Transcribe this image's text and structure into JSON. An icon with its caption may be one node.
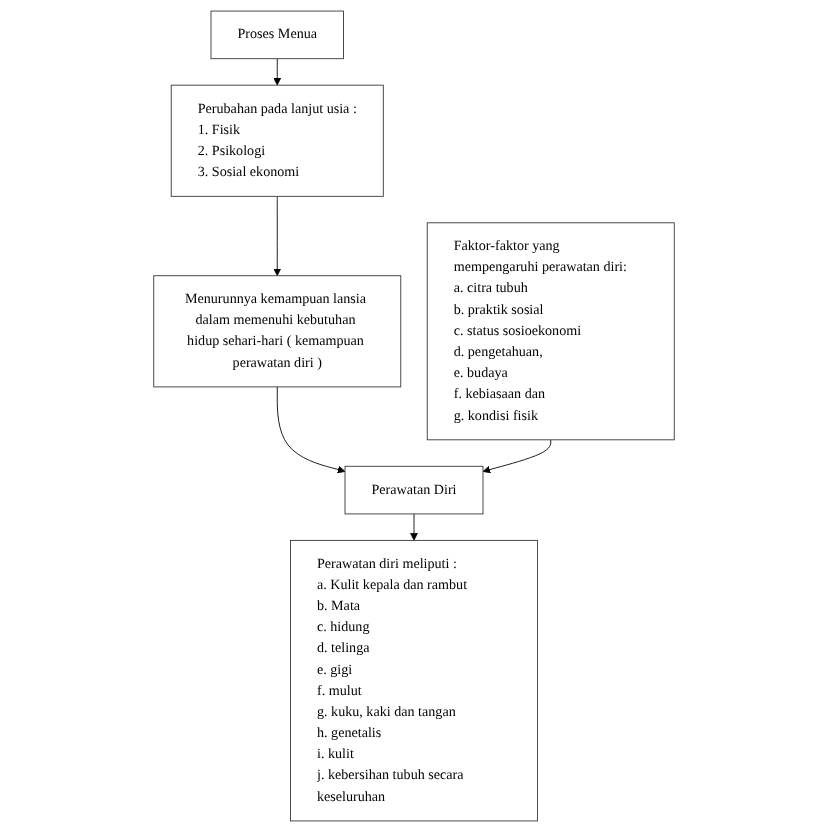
{
  "diagram": {
    "nodes": [
      {
        "text": [
          "Proses Menua"
        ]
      },
      {
        "text": [
          "Perubahan pada lanjut usia :",
          "1. Fisik",
          "2. Psikologi",
          "3. Sosial ekonomi"
        ]
      },
      {
        "text": [
          "Menurunnya kemampuan lansia dalam memenuhi kebutuhan hidup sehari-hari ( kemampuan perawatan diri )"
        ]
      },
      {
        "text": [
          "Faktor-faktor yang mempengaruhi perawatan diri:",
          "a. citra tubuh",
          "b. praktik sosial",
          "c. status sosioekonomi",
          "d. pengetahuan,",
          "e. budaya",
          "f. kebiasaan dan",
          "g. kondisi fisik"
        ]
      },
      {
        "text": [
          "Perawatan Diri"
        ]
      },
      {
        "text": [
          "Perawatan diri meliputi :",
          "a. Kulit kepala dan rambut",
          "b. Mata",
          "c. hidung",
          "d. telinga",
          "e. gigi",
          "f. mulut",
          "g. kuku, kaki dan tangan",
          "h. genetalis",
          "i. kulit",
          "j. kebersihan tubuh secara keseluruhan"
        ]
      }
    ],
    "edges": [
      {
        "from": 0,
        "to": 1,
        "arrow": "to"
      },
      {
        "from": 1,
        "to": 2,
        "arrow": "to"
      },
      {
        "from": 2,
        "to": 4,
        "arrow": "to"
      },
      {
        "from": 3,
        "to": 4,
        "arrow": "to"
      },
      {
        "from": 4,
        "to": 5,
        "arrow": "to"
      }
    ]
  }
}
